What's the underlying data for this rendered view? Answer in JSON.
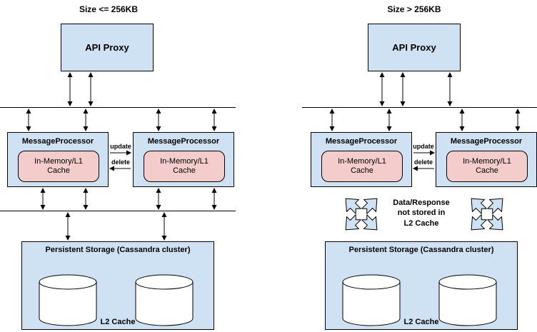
{
  "colors": {
    "box_blue": "#cfe2f3",
    "box_pink": "#f4cccc",
    "line": "#000000",
    "cylinder_fill": "#ffffff",
    "background": "#ffffff"
  },
  "labels": {
    "api_proxy": "API Proxy",
    "message_processor": "MessageProcessor",
    "l1_cache": "In-Memory/L1 Cache",
    "update": "update",
    "delete": "delete",
    "storage_title": "Persistent Storage (Cassandra cluster)",
    "l2_cache": "L2 Cache"
  },
  "left_diagram": {
    "title": "Size <= 256KB"
  },
  "right_diagram": {
    "title": "Size > 256KB",
    "blocked_note": "Data/Response\nnot stored in\nL2 Cache"
  }
}
